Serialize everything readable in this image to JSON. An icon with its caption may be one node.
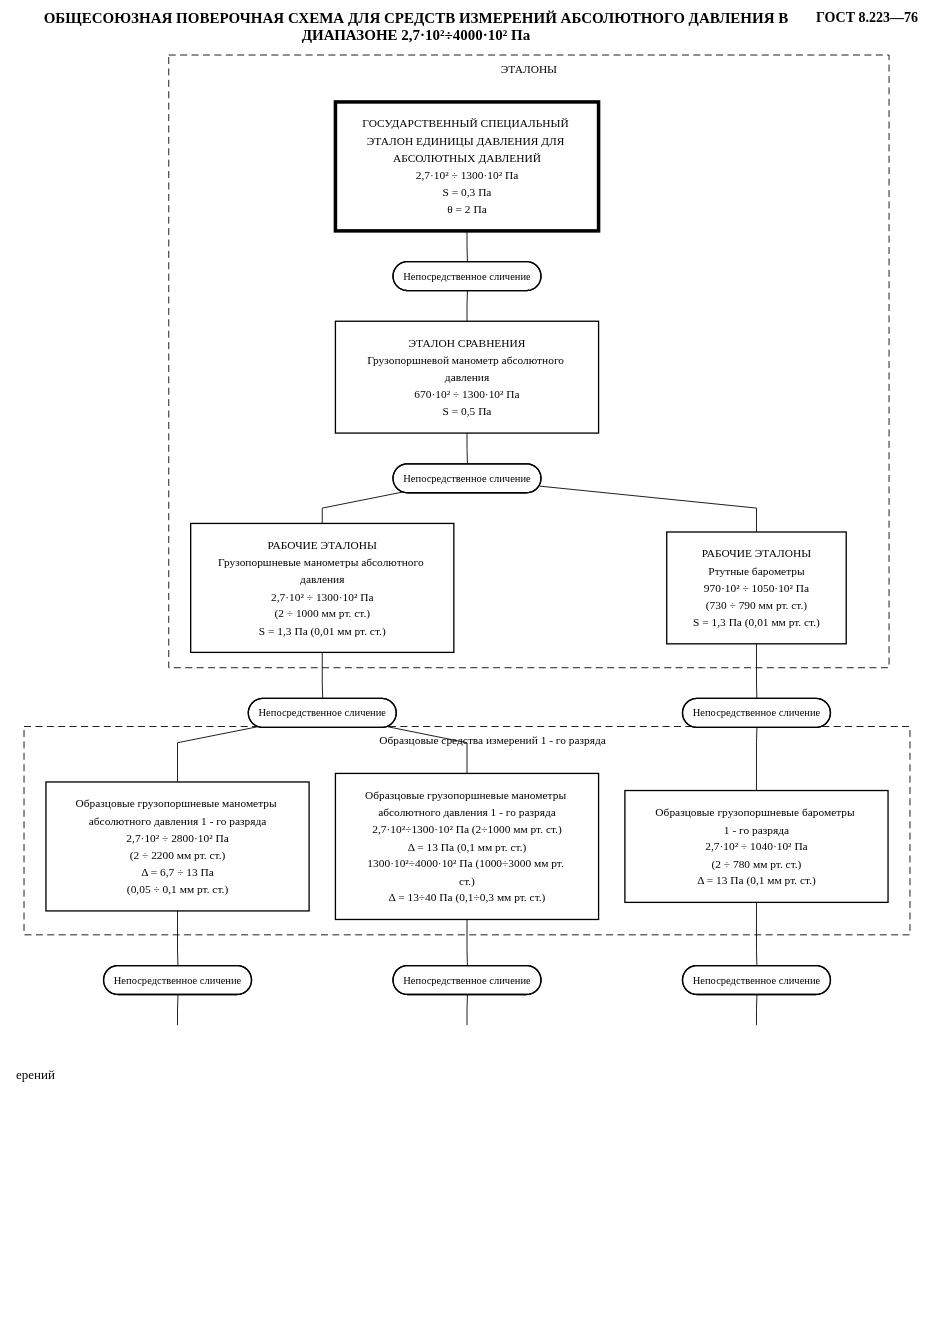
{
  "diagram": {
    "title": "ОБЩЕСОЮЗНАЯ ПОВЕРОЧНАЯ СХЕМА ДЛЯ СРЕДСТВ ИЗМЕРЕНИЙ АБСОЛЮТНОГО ДАВЛЕНИЯ В ДИАПАЗОНЕ 2,7·10²÷4000·10² Па",
    "nodes": [
      {
        "text": [
          "ЭТАЛОНЫ"
        ]
      },
      {
        "text": [
          "ГОСУДАРСТВЕННЫЙ СПЕЦИАЛЬНЫЙ ЭТАЛОН ЕДИНИЦЫ ДАВЛЕНИЯ ДЛЯ АБСОЛЮТНЫХ ДАВЛЕНИЙ",
          "2,7·10² ÷ 1300·10² Па",
          "S = 0,3 Па",
          "θ = 2 Па"
        ],
        "in": 0
      },
      {
        "text": [
          "Непосредственное сличение"
        ],
        "in": 0
      },
      {
        "text": [
          "ЭТАЛОН СРАВНЕНИЯ",
          "Грузопоршневой манометр абсолютного давления",
          "670·10² ÷ 1300·10² Па",
          "S = 0,5 Па"
        ],
        "in": 0
      },
      {
        "text": [
          "Непосредственное сличение"
        ],
        "in": 0
      },
      {
        "text": [
          "РАБОЧИЕ ЭТАЛОНЫ",
          "Грузопоршневые манометры абсолютного давления",
          "2,7·10² ÷ 1300·10² Па",
          "(2 ÷ 1000 мм рт. ст.)",
          "S = 1,3 Па (0,01 мм рт. ст.)"
        ],
        "in": 0
      },
      {
        "text": [
          "РАБОЧИЕ ЭТАЛОНЫ",
          "Ртутные барометры",
          "970·10² ÷ 1050·10² Па",
          "(730 ÷ 790 мм рт. ст.)",
          "S = 1,3 Па (0,01 мм рт. ст.)"
        ],
        "in": 0
      },
      {
        "text": [
          "Непосредственное сличение"
        ]
      },
      {
        "text": [
          "Непосредственное сличение"
        ]
      },
      {
        "text": [
          "Образцовые средства измерений 1 - го разряда"
        ]
      },
      {
        "text": [
          "Образцовые грузопоршневые манометры абсолютного давления 1 - го разряда",
          "2,7·10² ÷ 2800·10² Па",
          "(2 ÷ 2200 мм рт. ст.)",
          "Δ = 6,7 ÷ 13 Па",
          "(0,05 ÷ 0,1 мм рт. ст.)"
        ],
        "in": 9
      },
      {
        "text": [
          "Образцовые грузопоршневые манометры абсолютного давления 1 - го разряда",
          "2,7·10²÷1300·10² Па (2÷1000 мм рт. ст.)",
          "Δ = 13 Па (0,1 мм рт. ст.)",
          "1300·10²÷4000·10² Па (1000÷3000 мм рт. ст.)",
          "Δ = 13÷40 Па (0,1÷0,3 мм рт. ст.)"
        ],
        "in": 9
      },
      {
        "text": [
          "Образцовые грузопоршневые барометры 1 - го разряда",
          "2,7·10² ÷ 1040·10² Па",
          "(2 ÷ 780 мм рт. ст.)",
          "Δ = 13 Па (0,1 мм рт. ст.)"
        ],
        "in": 9
      },
      {
        "text": [
          "Непосредственное сличение"
        ]
      },
      {
        "text": [
          "Непосредственное сличение"
        ]
      },
      {
        "text": [
          "Непосредственное сличение"
        ]
      }
    ],
    "edges": [
      {
        "from": 1,
        "to": 2,
        "arrow": "none"
      },
      {
        "from": 2,
        "to": 3,
        "arrow": "none"
      },
      {
        "from": 3,
        "to": 4,
        "arrow": "none"
      },
      {
        "from": 4,
        "to": 5,
        "arrow": "none"
      },
      {
        "from": 4,
        "to": 6,
        "arrow": "none"
      },
      {
        "from": 5,
        "to": 7,
        "arrow": "none"
      },
      {
        "from": 6,
        "to": 8,
        "arrow": "none"
      },
      {
        "from": 7,
        "to": 10,
        "arrow": "none"
      },
      {
        "from": 7,
        "to": 11,
        "arrow": "none"
      },
      {
        "from": 8,
        "to": 12,
        "arrow": "none"
      },
      {
        "from": 10,
        "to": 13,
        "arrow": "none"
      },
      {
        "from": 11,
        "to": 14,
        "arrow": "none"
      },
      {
        "from": 12,
        "to": 15,
        "arrow": "none"
      },
      {
        "from": 13,
        "to": null,
        "arrow": "none"
      },
      {
        "from": 14,
        "to": null,
        "arrow": "none"
      },
      {
        "from": 15,
        "to": null,
        "arrow": "none"
      }
    ],
    "labels": [
      "ГОСТ 8.223—76",
      "ерений"
    ]
  }
}
